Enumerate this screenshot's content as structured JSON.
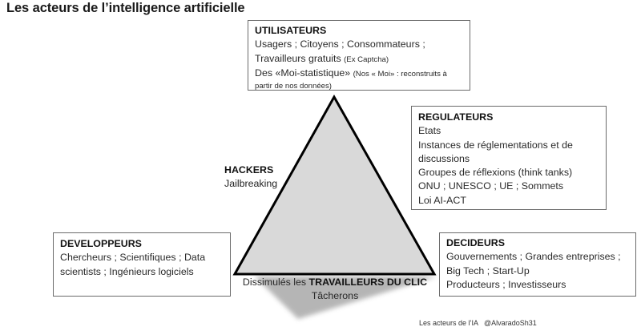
{
  "title": "Les acteurs de l’intelligence artificielle",
  "colors": {
    "triangle_fill": "#d9d9d9",
    "triangle_stroke": "#000000",
    "shadow": "#a6a6a6",
    "box_border": "#6b6b6b"
  },
  "utilisateurs": {
    "heading": "UTILISATEURS",
    "line1": "Usagers ; Citoyens ; Consommateurs ;",
    "line2_main": "Travailleurs gratuits ",
    "line2_small": "(Ex Captcha)",
    "line3_main": "Des «Moi-statistique» ",
    "line3_small": "(Nos « Moi» : reconstruits à",
    "line4_small": "partir de nos données)"
  },
  "regulateurs": {
    "heading": "REGULATEURS",
    "items": [
      "Etats",
      "Instances de réglementations et de",
      "discussions",
      "Groupes de réflexions (think tanks)",
      "ONU ; UNESCO ; UE ; Sommets",
      "Loi AI-ACT"
    ]
  },
  "hackers": {
    "heading": "HACKERS",
    "subtitle": "Jailbreaking"
  },
  "developpeurs": {
    "heading": "DEVELOPPEURS",
    "text": "Chercheurs ; Scientifiques ; Data scientists ; Ingénieurs logiciels"
  },
  "decideurs": {
    "heading": "DECIDEURS",
    "items": [
      "Gouvernements ; Grandes entreprises ;",
      "Big Tech ; Start-Up",
      "Producteurs ; Investisseurs"
    ]
  },
  "travailleurs": {
    "prefix": "Dissimulés les ",
    "bold": "TRAVAILLEURS DU CLIC",
    "subtitle": "Tâcherons"
  },
  "credit": "Les acteurs de l’IA   @AlvaradoSh31"
}
